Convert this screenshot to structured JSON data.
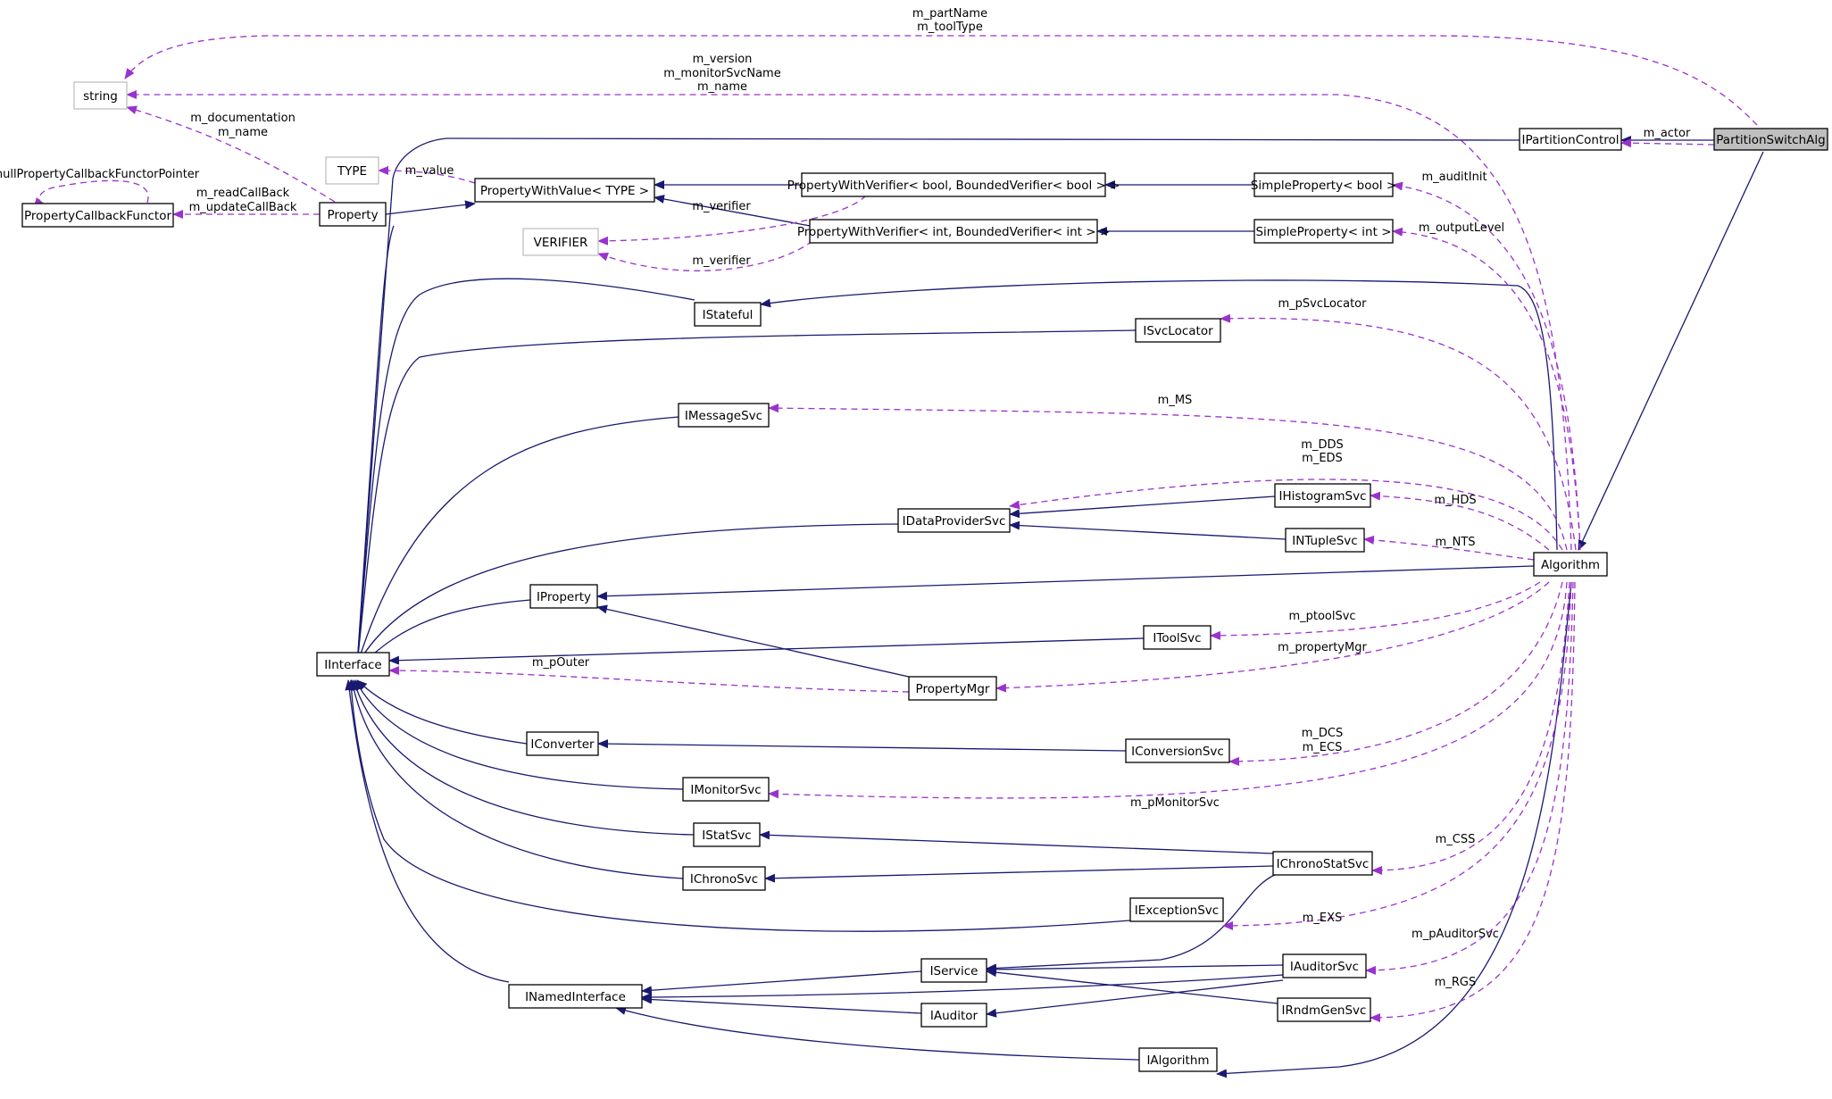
{
  "diagram": {
    "nodes": {
      "PartitionSwitchAlg": "PartitionSwitchAlg",
      "IPartitionControl": "IPartitionControl",
      "string": "string",
      "PropertyCallbackFunctor": "PropertyCallbackFunctor",
      "Property": "Property",
      "TYPE": "TYPE",
      "PropertyWithValue": "PropertyWithValue< TYPE >",
      "PWV_bool": "PropertyWithVerifier< bool, BoundedVerifier< bool > >",
      "PWV_int": "PropertyWithVerifier< int, BoundedVerifier< int > >",
      "VERIFIER": "VERIFIER",
      "SimpleProperty_bool": "SimpleProperty< bool >",
      "SimpleProperty_int": "SimpleProperty< int >",
      "IStateful": "IStateful",
      "ISvcLocator": "ISvcLocator",
      "IMessageSvc": "IMessageSvc",
      "IHistogramSvc": "IHistogramSvc",
      "IDataProviderSvc": "IDataProviderSvc",
      "INTupleSvc": "INTupleSvc",
      "Algorithm": "Algorithm",
      "IProperty": "IProperty",
      "IToolSvc": "IToolSvc",
      "IInterface": "IInterface",
      "PropertyMgr": "PropertyMgr",
      "IConverter": "IConverter",
      "IConversionSvc": "IConversionSvc",
      "IMonitorSvc": "IMonitorSvc",
      "IStatSvc": "IStatSvc",
      "IChronoStatSvc": "IChronoStatSvc",
      "IChronoSvc": "IChronoSvc",
      "IExceptionSvc": "IExceptionSvc",
      "IService": "IService",
      "IAuditorSvc": "IAuditorSvc",
      "INamedInterface": "INamedInterface",
      "IAuditor": "IAuditor",
      "IRndmGenSvc": "IRndmGenSvc",
      "IAlgorithm": "IAlgorithm"
    },
    "edge_labels": {
      "m_partName": "m_partName",
      "m_toolType": "m_toolType",
      "m_version": "m_version",
      "m_monitorSvcName": "m_monitorSvcName",
      "m_name_top": "m_name",
      "m_documentation": "m_documentation",
      "m_name_prop": "m_name",
      "nullPropertyCallbackFunctorPointer": "nullPropertyCallbackFunctorPointer",
      "m_readCallBack": "m_readCallBack",
      "m_updateCallBack": "m_updateCallBack",
      "m_value": "m_value",
      "m_verifier_1": "m_verifier",
      "m_verifier_2": "m_verifier",
      "m_actor": "m_actor",
      "m_auditInit": "m_auditInit",
      "m_outputLevel": "m_outputLevel",
      "m_pSvcLocator": "m_pSvcLocator",
      "m_MS": "m_MS",
      "m_DDS": "m_DDS",
      "m_EDS": "m_EDS",
      "m_HDS": "m_HDS",
      "m_NTS": "m_NTS",
      "m_ptoolSvc": "m_ptoolSvc",
      "m_propertyMgr": "m_propertyMgr",
      "m_pOuter": "m_pOuter",
      "m_DCS": "m_DCS",
      "m_ECS": "m_ECS",
      "m_pMonitorSvc": "m_pMonitorSvc",
      "m_CSS": "m_CSS",
      "m_EXS": "m_EXS",
      "m_pAuditorSvc": "m_pAuditorSvc",
      "m_RGS": "m_RGS"
    }
  },
  "colors": {
    "inheritance": "#191970",
    "usage": "#9a32cd",
    "focus_node_fill": "#bfbfbf",
    "ghost_node_border": "#bfbfbf"
  }
}
